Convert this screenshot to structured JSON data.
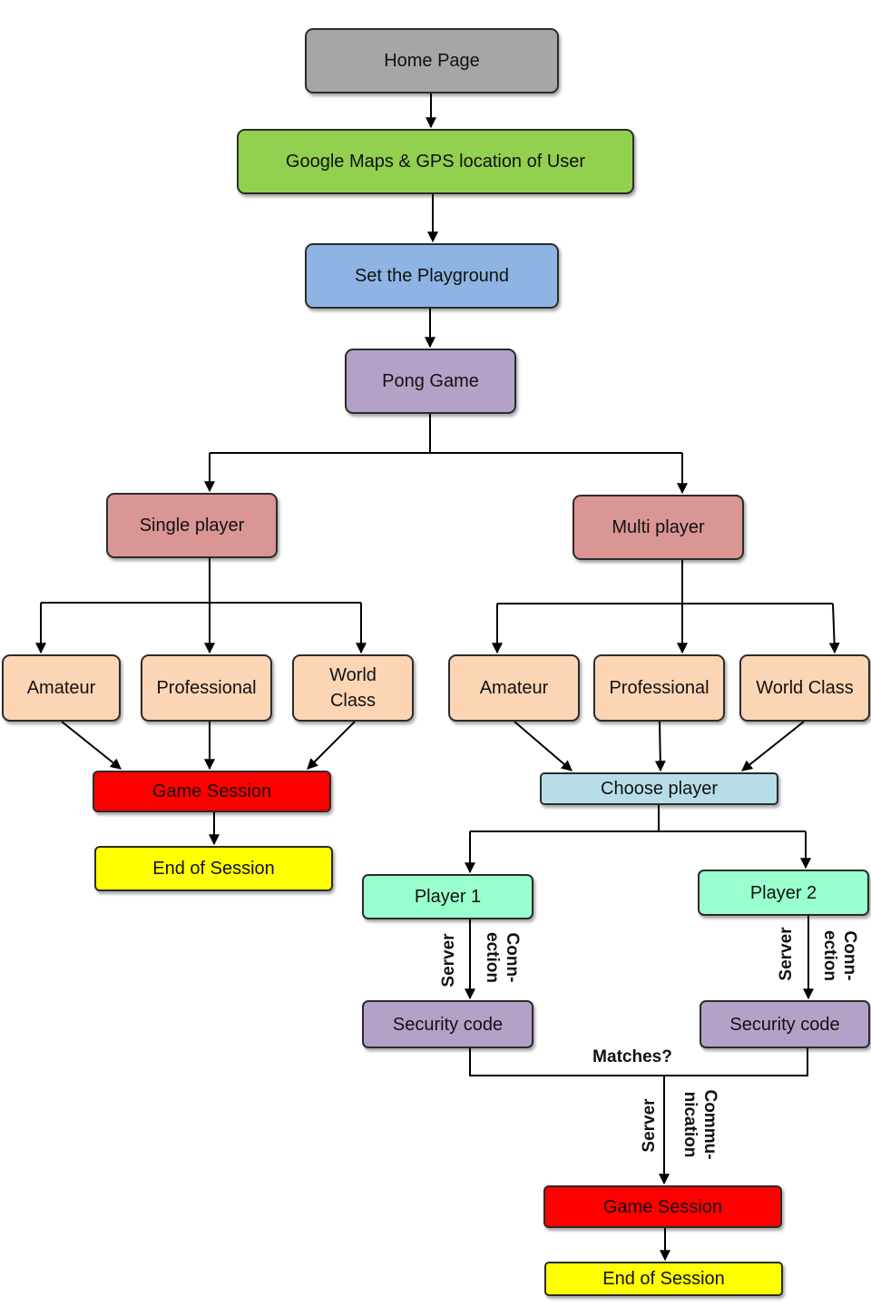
{
  "nodes": {
    "home": {
      "label": "Home Page",
      "color": "#a6a6a6"
    },
    "maps": {
      "label": "Google Maps & GPS location of User",
      "color": "#92d050"
    },
    "playground": {
      "label": "Set the Playground",
      "color": "#8eb4e3"
    },
    "pong": {
      "label": "Pong Game",
      "color": "#b3a2c7"
    },
    "single": {
      "label": "Single player",
      "color": "#d99694"
    },
    "multi": {
      "label": "Multi player",
      "color": "#d99694"
    },
    "sp_amateur": {
      "label": "Amateur",
      "color": "#fcd5b5"
    },
    "sp_professional": {
      "label": "Professional",
      "color": "#fcd5b5"
    },
    "sp_worldclass": {
      "label": "World Class",
      "color": "#fcd5b5"
    },
    "mp_amateur": {
      "label": "Amateur",
      "color": "#fcd5b5"
    },
    "mp_professional": {
      "label": "Professional",
      "color": "#fcd5b5"
    },
    "mp_worldclass": {
      "label": "World Class",
      "color": "#fcd5b5"
    },
    "sp_session": {
      "label": "Game Session",
      "color": "#ff0000"
    },
    "sp_end": {
      "label": "End of Session",
      "color": "#ffff00"
    },
    "choose": {
      "label": "Choose player",
      "color": "#b7dee8"
    },
    "player1": {
      "label": "Player 1",
      "color": "#99ffcc"
    },
    "player2": {
      "label": "Player 2",
      "color": "#99ffcc"
    },
    "sec1": {
      "label": "Security code",
      "color": "#b3a2c7"
    },
    "sec2": {
      "label": "Security code",
      "color": "#b3a2c7"
    },
    "mp_session": {
      "label": "Game Session",
      "color": "#ff0000"
    },
    "mp_end": {
      "label": "End of Session",
      "color": "#ffff00"
    }
  },
  "edge_labels": {
    "p1_server": "Server",
    "p1_connection": "Conn-\nection",
    "p2_server": "Server",
    "p2_connection": "Conn-\nection",
    "matches": "Matches?",
    "final_server": "Server",
    "final_communication": "Commu-\nnication"
  }
}
